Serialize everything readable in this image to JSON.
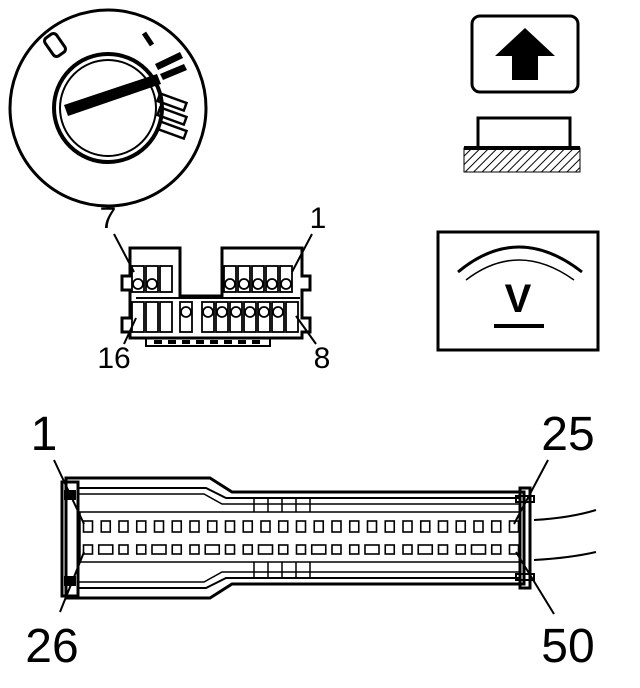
{
  "ignition": {
    "positions": [
      "0",
      "I",
      "II",
      "III"
    ]
  },
  "voltmeter": {
    "symbol": "V"
  },
  "connector_16": {
    "pin_top_left": "7",
    "pin_top_right": "1",
    "pin_bottom_left": "16",
    "pin_bottom_right": "8"
  },
  "connector_50": {
    "pin_top_left": "1",
    "pin_top_right": "25",
    "pin_bottom_left": "26",
    "pin_bottom_right": "50",
    "top_row_count": 25,
    "bottom_row_count": 25
  },
  "colors": {
    "ink": "#000000",
    "paper": "#ffffff"
  }
}
